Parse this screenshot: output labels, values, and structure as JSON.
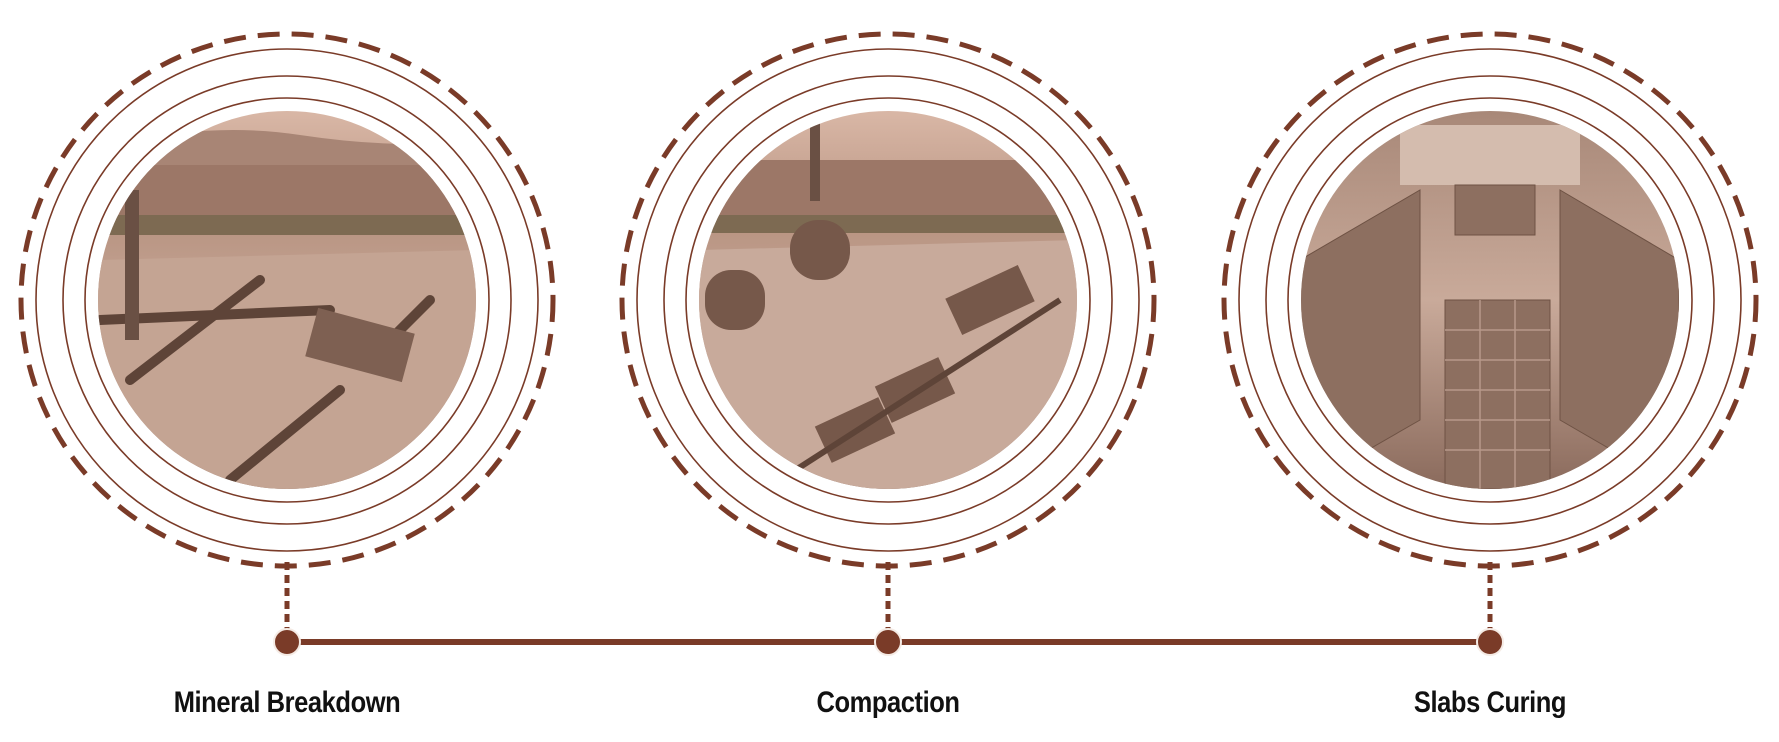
{
  "colors": {
    "accent": "#7a3b28",
    "photo_tint": "#c9a594"
  },
  "steps": [
    {
      "label": "Mineral Breakdown",
      "image": "crushing-plant-photo"
    },
    {
      "label": "Compaction",
      "image": "compaction-line-photo"
    },
    {
      "label": "Slabs Curing",
      "image": "slab-curing-photo"
    }
  ]
}
